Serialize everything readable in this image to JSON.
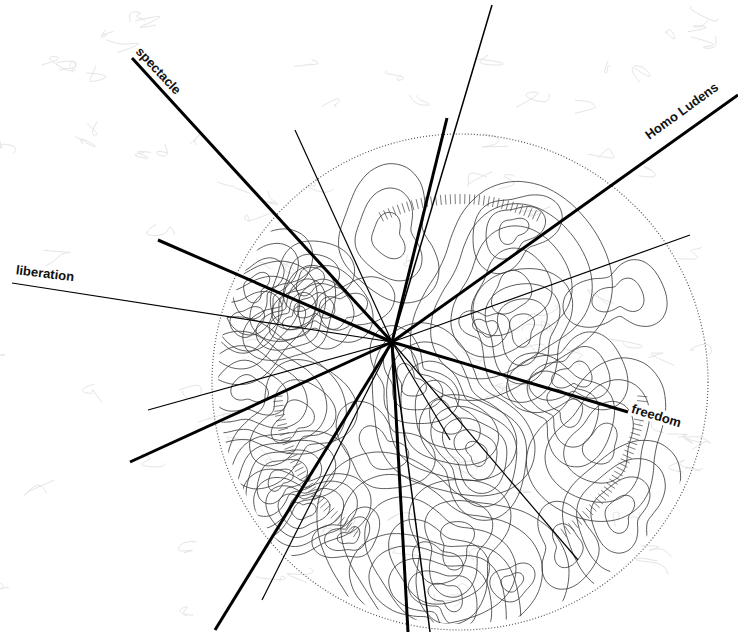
{
  "diagram": {
    "labels": [
      "spectacle",
      "Homo Ludens",
      "liberation",
      "freedom"
    ]
  }
}
